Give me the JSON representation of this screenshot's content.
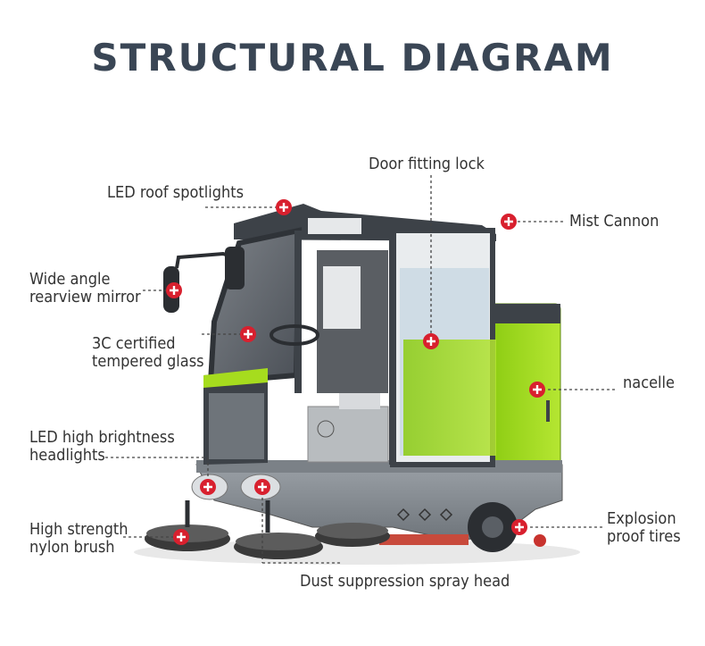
{
  "title": "STRUCTURAL DIAGRAM",
  "labels": {
    "door_lock": "Door fitting lock",
    "led_roof": "LED roof spotlights",
    "mist_cannon": "Mist Cannon",
    "mirror_1": "Wide angle",
    "mirror_2": "rearview mirror",
    "glass_1": "3C certified",
    "glass_2": "tempered glass",
    "nacelle": "nacelle",
    "headlights_1": "LED high brightness",
    "headlights_2": "headlights",
    "brush_1": "High strength",
    "brush_2": "nylon brush",
    "tires_1": "Explosion",
    "tires_2": "proof tires",
    "spray": "Dust suppression spray head"
  },
  "colors": {
    "title": "#3a4655",
    "marker": "#d8202e",
    "body_green": "#a6dc1e",
    "body_gray": "#8b8f96",
    "frame_dark": "#3d4248"
  }
}
